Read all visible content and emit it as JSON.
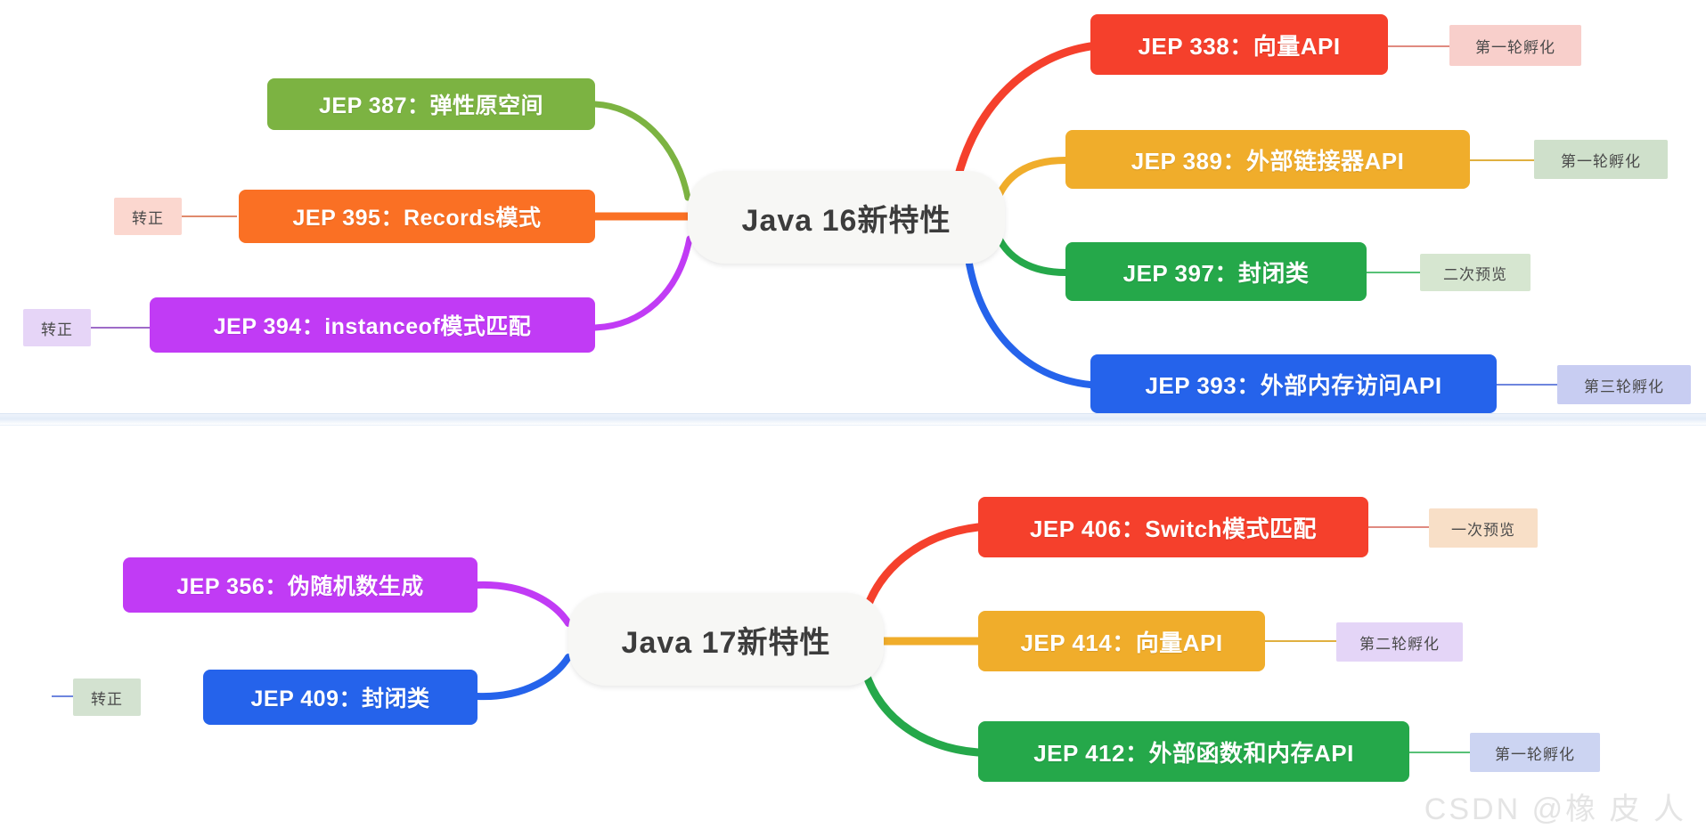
{
  "diagram": {
    "type": "mindmap",
    "watermark": "CSDN @橡 皮 人",
    "panels": [
      {
        "id": "java16",
        "root": {
          "label": "Java 16新特性"
        },
        "branches": [
          {
            "id": "jep387",
            "label": "JEP 387：弹性原空间",
            "color": "#7CB342",
            "side": "left",
            "tag": null
          },
          {
            "id": "jep395",
            "label": "JEP 395：Records模式",
            "color": "#FA7024",
            "side": "left",
            "tag": {
              "label": "转正",
              "bg": "#FBD7CF",
              "line": "#E08A6C"
            }
          },
          {
            "id": "jep394",
            "label": "JEP 394：instanceof模式匹配",
            "color": "#C13BF5",
            "side": "left",
            "tag": {
              "label": "转正",
              "bg": "#E6D5F7",
              "line": "#9E6BC8"
            }
          },
          {
            "id": "jep338",
            "label": "JEP 338：向量API",
            "color": "#F5402C",
            "side": "right",
            "tag": {
              "label": "第一轮孵化",
              "bg": "#F8CFCB",
              "line": "#E08A80"
            }
          },
          {
            "id": "jep389",
            "label": "JEP 389：外部链接器API",
            "color": "#F0AD2B",
            "side": "right",
            "tag": {
              "label": "第一轮孵化",
              "bg": "#CFE0CB",
              "line": "#E0B040"
            }
          },
          {
            "id": "jep397",
            "label": "JEP 397：封闭类",
            "color": "#25A84A",
            "side": "right",
            "tag": {
              "label": "二次预览",
              "bg": "#D6E6D0",
              "line": "#57C176"
            }
          },
          {
            "id": "jep393",
            "label": "JEP 393：外部内存访问API",
            "color": "#2563EB",
            "side": "right",
            "tag": {
              "label": "第三轮孵化",
              "bg": "#C8CDF2",
              "line": "#6E85DE"
            }
          }
        ]
      },
      {
        "id": "java17",
        "root": {
          "label": "Java 17新特性"
        },
        "branches": [
          {
            "id": "jep356",
            "label": "JEP 356：伪随机数生成",
            "color": "#C13BF5",
            "side": "left",
            "tag": null
          },
          {
            "id": "jep409",
            "label": "JEP 409：封闭类",
            "color": "#2563EB",
            "side": "left",
            "tag": {
              "label": "转正",
              "bg": "#D3E2D0",
              "line": "#6E85DE"
            }
          },
          {
            "id": "jep406",
            "label": "JEP 406：Switch模式匹配",
            "color": "#F5402C",
            "side": "right",
            "tag": {
              "label": "一次预览",
              "bg": "#F8DFC7",
              "line": "#E08A80"
            }
          },
          {
            "id": "jep414",
            "label": "JEP 414：向量API",
            "color": "#F0AD2B",
            "side": "right",
            "tag": {
              "label": "第二轮孵化",
              "bg": "#E4D5F7",
              "line": "#E0B040"
            }
          },
          {
            "id": "jep412",
            "label": "JEP 412：外部函数和内存API",
            "color": "#25A84A",
            "side": "right",
            "tag": {
              "label": "第一轮孵化",
              "bg": "#CCD4F2",
              "line": "#57C176"
            }
          }
        ]
      }
    ]
  }
}
